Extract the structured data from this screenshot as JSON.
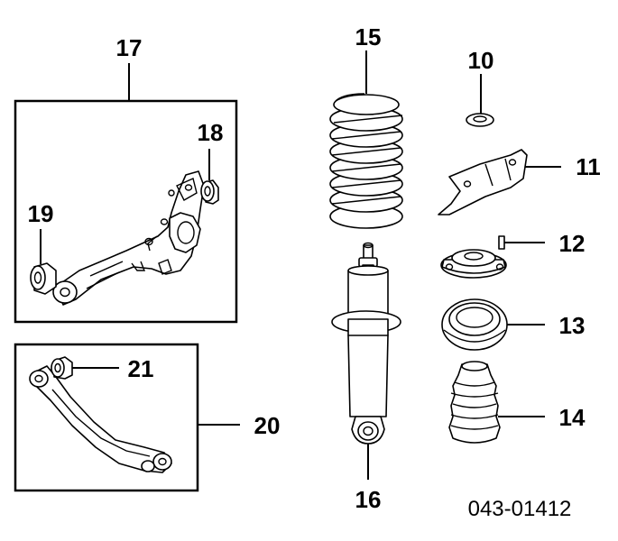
{
  "diagram": {
    "callouts": {
      "c10": "10",
      "c11": "11",
      "c12": "12",
      "c13": "13",
      "c14": "14",
      "c15": "15",
      "c16": "16",
      "c17": "17",
      "c18": "18",
      "c19": "19",
      "c20": "20",
      "c21": "21"
    },
    "drawing_code": "043-01412"
  },
  "colors": {
    "ink": "#000000",
    "paper": "#ffffff"
  }
}
